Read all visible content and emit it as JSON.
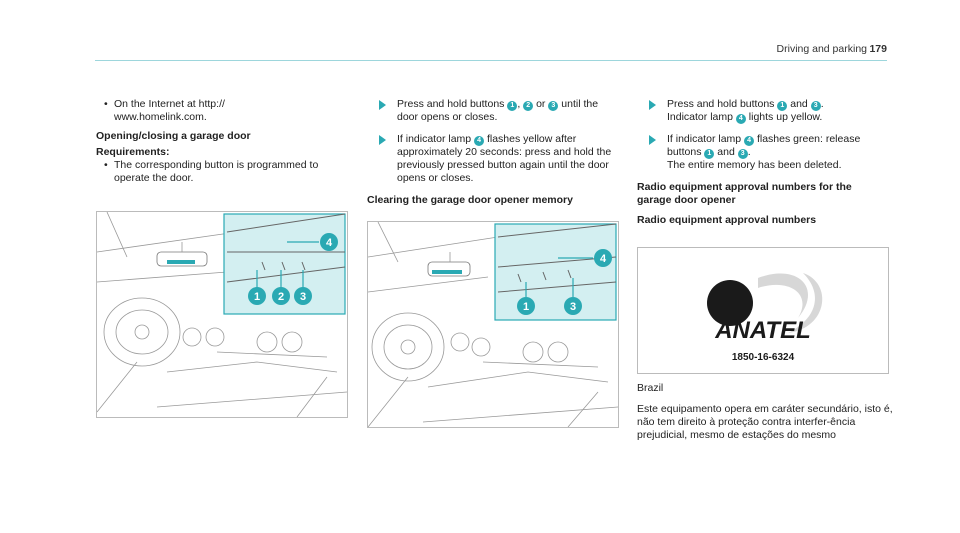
{
  "header": {
    "section": "Driving and parking",
    "page": "179"
  },
  "col1": {
    "bullet_url": "On the Internet at http://\nwww.homelink.com.",
    "heading": "Opening/closing a garage door",
    "req_label": "Requirements:",
    "req_item": "The corresponding button is programmed to operate the door."
  },
  "col2": {
    "step1_a": "Press and hold buttons",
    "step1_sep1": ",",
    "step1_or": "or",
    "step1_b": "until the door opens or closes.",
    "step2_a": "If indicator lamp",
    "step2_b": "flashes yellow after approximately 20 seconds: press and hold the previously pressed button again until the door opens or closes.",
    "heading": "Clearing the garage door opener memory"
  },
  "col3": {
    "step1_a": "Press and hold buttons",
    "step1_and": "and",
    "step1_b": ".",
    "step1_c": "Indicator lamp",
    "step1_d": "lights up yellow.",
    "step2_a": "If indicator lamp",
    "step2_b": "flashes green: release buttons",
    "step2_and": "and",
    "step2_c": ".",
    "step2_d": "The entire memory has been deleted.",
    "heading1": "Radio equipment approval numbers for the garage door opener",
    "heading2": "Radio equipment approval numbers"
  },
  "callouts": {
    "n1": "1",
    "n2": "2",
    "n3": "3",
    "n4": "4"
  },
  "anatel": {
    "logo_text": "ANATEL",
    "number": "1850-16-6324"
  },
  "brazil": {
    "country": "Brazil",
    "text": "Este equipamento opera em caráter secundário, isto é, não tem direito à proteção contra interfer-ência prejudicial, mesmo de estações do mesmo"
  },
  "colors": {
    "accent": "#2aa9b3",
    "inset_bg": "#d3eff1",
    "rule": "#9dd6dc"
  }
}
